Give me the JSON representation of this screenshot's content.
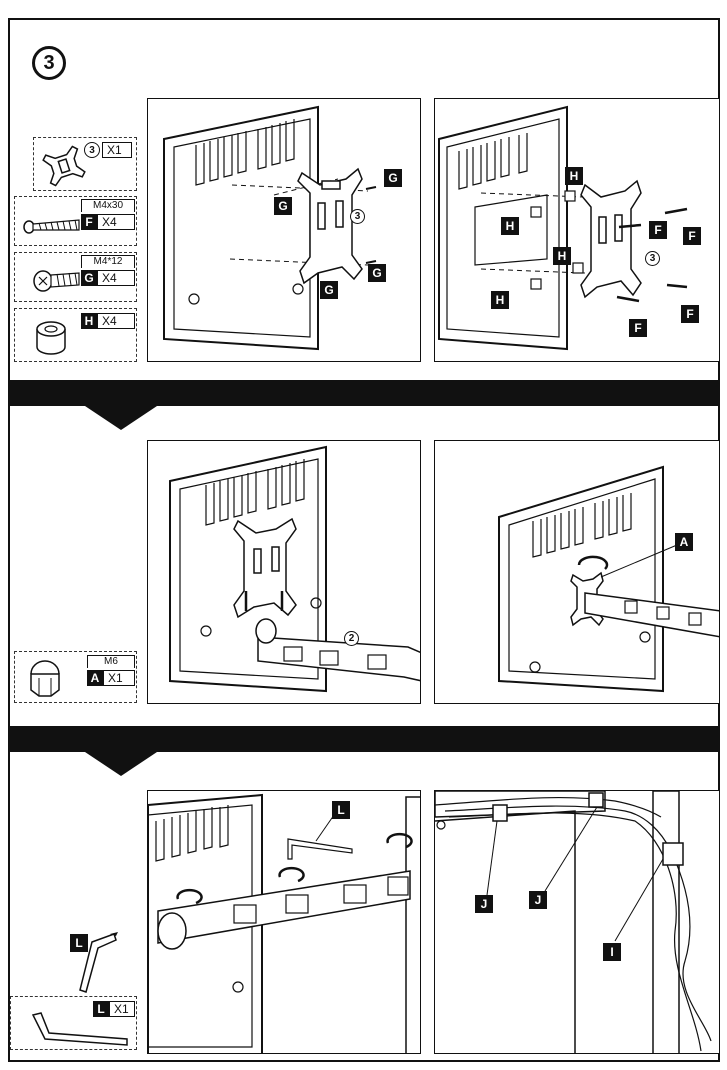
{
  "step": {
    "number": "3"
  },
  "parts": {
    "bracket": {
      "ref": "3",
      "qty": "X1",
      "icon": "vesa-plate-icon"
    },
    "screw_f": {
      "spec": "M4x30",
      "key": "F",
      "qty": "X4",
      "icon": "long-screw-icon"
    },
    "screw_g": {
      "spec": "M4*12",
      "key": "G",
      "qty": "X4",
      "icon": "short-screw-icon"
    },
    "spacer_h": {
      "key": "H",
      "qty": "X4",
      "icon": "spacer-icon"
    },
    "nut_a": {
      "spec": "M6",
      "key": "A",
      "qty": "X1",
      "icon": "cap-nut-icon"
    },
    "wrench_l": {
      "key": "L",
      "qty": "X1",
      "icon": "allen-key-icon"
    }
  },
  "callouts": {
    "g": "G",
    "h": "H",
    "f": "F",
    "a": "A",
    "l": "L",
    "j": "J",
    "i": "I",
    "plate_ref": "3",
    "arm_ref": "2"
  }
}
